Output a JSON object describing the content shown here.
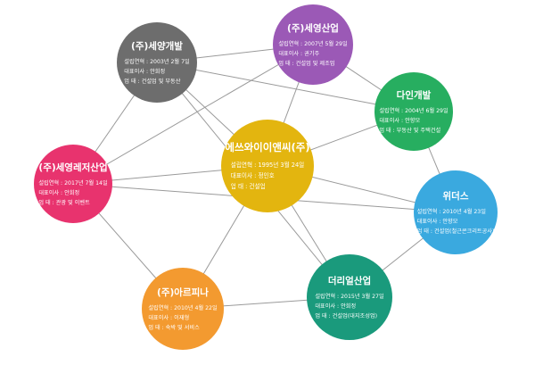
{
  "companies": {
    "center": {
      "name": "에쓰와이이앤씨(주)",
      "founded": "설립연혁 : 1995년 3월 24일",
      "ceo": "대표이사 : 정인호",
      "business": "업 태 : 건설업",
      "color": "#e3b50f"
    },
    "seyoung_dev": {
      "name": "(주)세양개발",
      "founded": "설립연혁 : 2003년 2월 7일",
      "ceo": "대표이사 : 안희정",
      "business": "업 태 : 건설업 및 부동산",
      "color": "#6d6d6d"
    },
    "seyoung_ind": {
      "name": "(주)세영산업",
      "founded": "설립연혁 : 2007년 5월 29일",
      "ceo": "대표이사 : 권기주",
      "business": "업 태 : 건설업 및 제조업",
      "color": "#9b59b6"
    },
    "dain": {
      "name": "다인개발",
      "founded": "설립연혁 : 2004년 6월 29일",
      "ceo": "대표이사 : 안향모",
      "business": "업 태 : 부동산 및 주택건설",
      "color": "#27ae60"
    },
    "widers": {
      "name": "위더스",
      "founded": "설립연혁 : 2010년 4월 23일",
      "ceo": "대표이사 : 안향모",
      "business": "업 태 : 건설업(철근콘크리트공사)",
      "color": "#3aa9df"
    },
    "dearil": {
      "name": "더리얼산업",
      "founded": "설립연혁 : 2015년 3월 27일",
      "ceo": "대표이사 : 안희정",
      "business": "업 태 : 건설업(대지조성업)",
      "color": "#1a9a7c"
    },
    "arpina": {
      "name": "(주)아르피나",
      "founded": "설립연혁 : 2010년 4월 22일",
      "ceo": "대표이사 : 이재형",
      "business": "업 태 : 숙박 및 서비스",
      "color": "#f39a30"
    },
    "leisure": {
      "name": "(주)세영레저산업",
      "founded": "설립연혁 : 2017년 7월 14일",
      "ceo": "대표이사 : 안희정",
      "business": "업 태 : 관광 및 이벤트",
      "color": "#e8336e"
    }
  }
}
